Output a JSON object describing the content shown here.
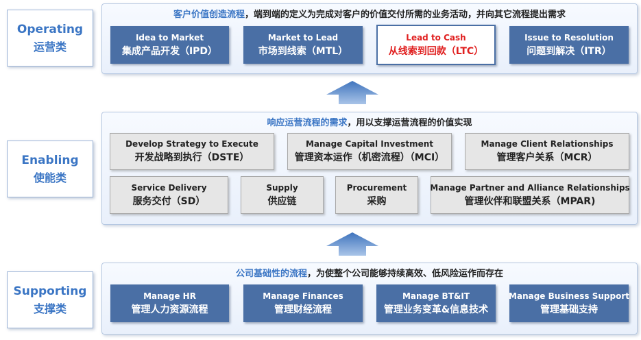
{
  "layers": [
    {
      "id": "operating",
      "label_en": "Operating",
      "label_cn": "运营类",
      "title_highlight": "客户价值创造流程",
      "title_rest": "，端到端的定义为完成对客户的价值交付所需的业务活动，并向其它流程提出需求",
      "boxes": [
        {
          "en": "Idea to Market",
          "cn": "集成产品开发（IPD）"
        },
        {
          "en": "Market to Lead",
          "cn": "市场到线索（MTL）"
        },
        {
          "en": "Lead to Cash",
          "cn": "从线索到回款（LTC）"
        },
        {
          "en": "Issue to Resolution",
          "cn": "问题到解决（ITR）"
        }
      ]
    },
    {
      "id": "enabling",
      "label_en": "Enabling",
      "label_cn": "使能类",
      "title_highlight": "响应运营流程的需求",
      "title_rest": "，用以支撑运营流程的价值实现",
      "boxes": [
        {
          "en": "Develop Strategy to Execute",
          "cn": "开发战略到执行（DSTE）"
        },
        {
          "en": "Manage Capital Investment",
          "cn": "管理资本运作（机密流程）（MCI）"
        },
        {
          "en": "Manage Client Relationships",
          "cn": "管理客户关系（MCR）"
        },
        {
          "en": "Service Delivery",
          "cn": "服务交付（SD）"
        },
        {
          "en": "Supply",
          "cn": "供应链"
        },
        {
          "en": "Procurement",
          "cn": "采购"
        },
        {
          "en": "Manage Partner and Alliance Relationships",
          "cn": "管理伙伴和联盟关系（MPAR)"
        }
      ]
    },
    {
      "id": "supporting",
      "label_en": "Supporting",
      "label_cn": "支撑类",
      "title_highlight": "公司基础性的流程",
      "title_rest": "，为使整个公司能够持续高效、低风险运作而存在",
      "boxes": [
        {
          "en": "Manage HR",
          "cn": "管理人力资源流程"
        },
        {
          "en": "Manage Finances",
          "cn": "管理财经流程"
        },
        {
          "en": "Manage BT&IT",
          "cn": "管理业务变革&信息技术"
        },
        {
          "en": "Manage Business Support",
          "cn": "管理基础支持"
        }
      ]
    }
  ],
  "colors": {
    "accent": "#3a75c4",
    "box_dark": "#4a6fa5",
    "box_grey": "#e6e6e6",
    "highlight_text": "#e02020",
    "arrow": "#5f8fcc"
  }
}
